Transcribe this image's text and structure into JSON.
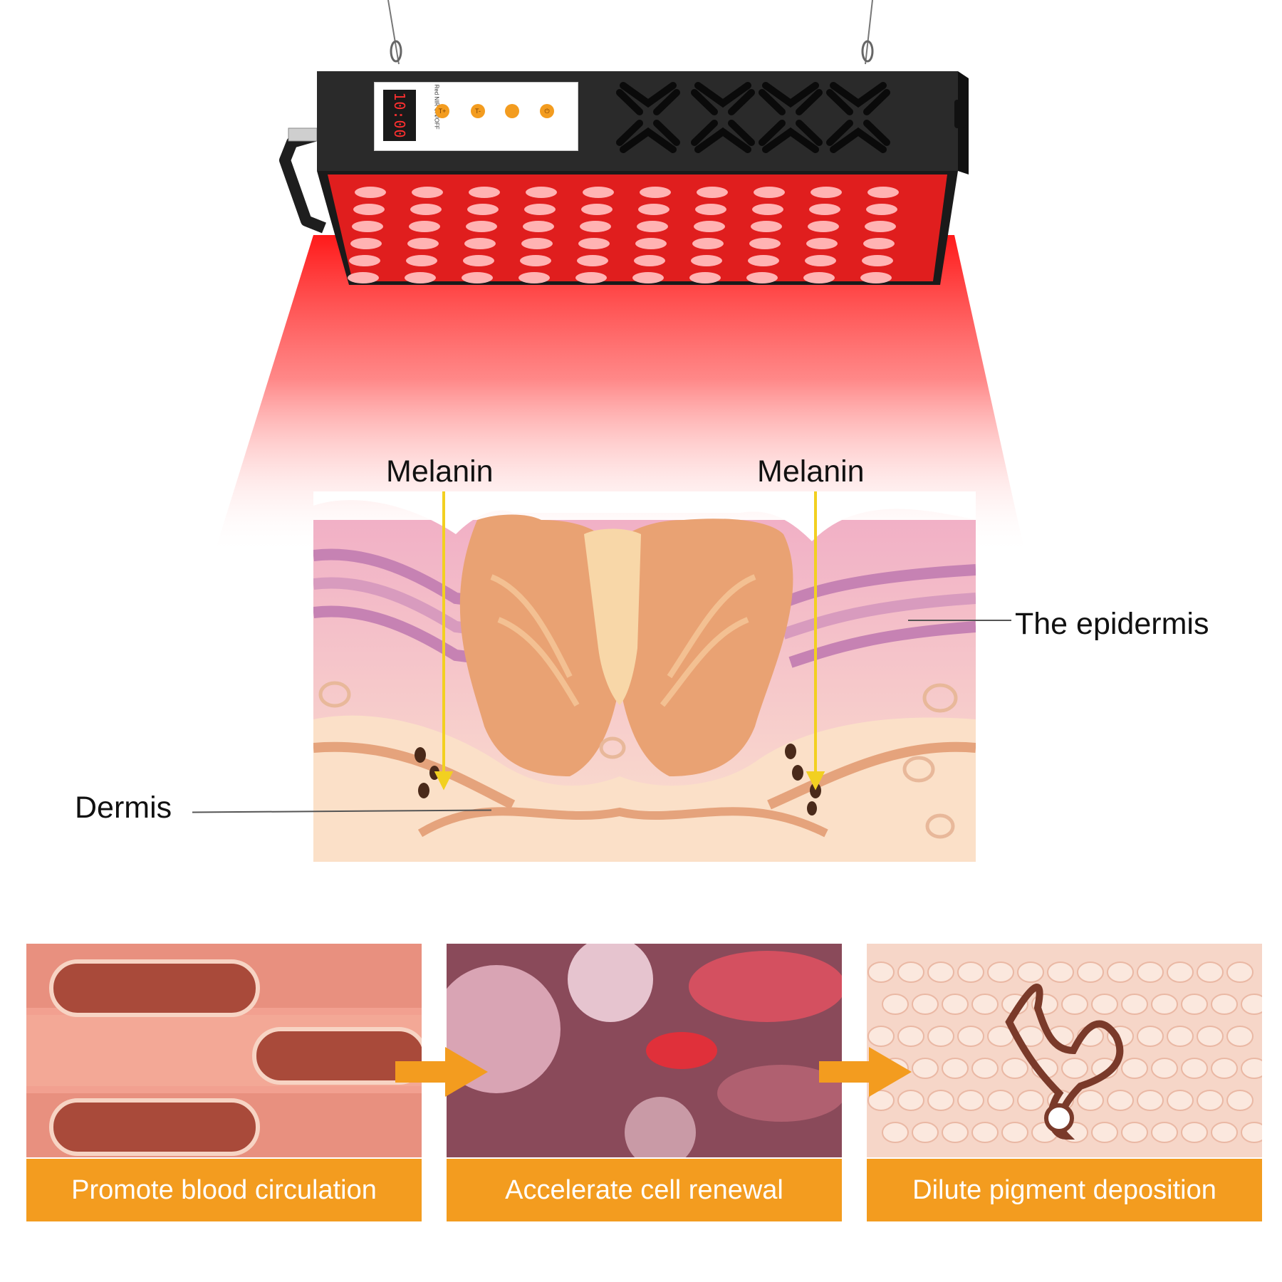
{
  "device": {
    "display_time": "10:00",
    "legend": "Red  NIR  ON/OFF",
    "buttons": [
      "T+",
      "T-",
      "",
      "⏻"
    ]
  },
  "diagram": {
    "label_melanin_left": "Melanin",
    "label_melanin_right": "Melanin",
    "label_epidermis": "The epidermis",
    "label_dermis": "Dermis"
  },
  "benefits": [
    {
      "caption": "Promote blood circulation"
    },
    {
      "caption": "Accelerate cell renewal"
    },
    {
      "caption": "Dilute pigment deposition"
    }
  ],
  "colors": {
    "accent": "#f39c1f",
    "led_red": "#ff2a2a",
    "housing": "#1e1e1e"
  }
}
